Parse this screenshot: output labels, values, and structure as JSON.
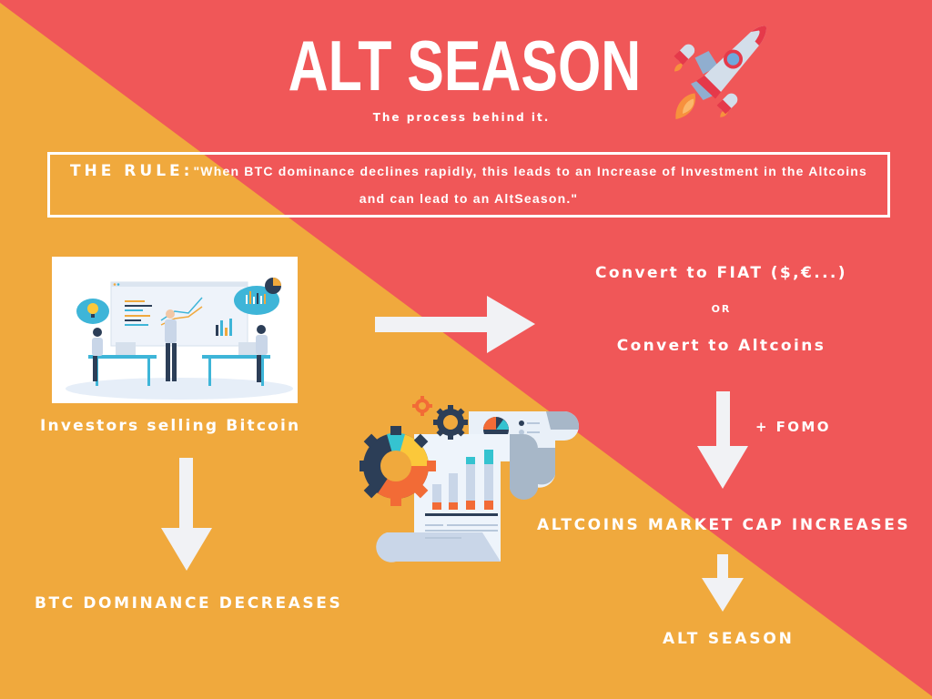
{
  "colors": {
    "red": "#F05758",
    "orange": "#F0A93D",
    "white": "#FFFFFF",
    "arrow": "#F1F2F5"
  },
  "header": {
    "title": "ALT SEASON",
    "subtitle": "The process behind it.",
    "icon": "rocket-icon"
  },
  "rule": {
    "label": "THE RULE:",
    "quote": "\"When BTC dominance declines rapidly, this leads to an Increase of Investment in the Altcoins and can lead to an AltSeason.\""
  },
  "flow": {
    "investors_selling": "Investors selling Bitcoin",
    "btc_dominance": "BTC DOMINANCE DECREASES",
    "convert_fiat": "Convert to FIAT ($,€...)",
    "or": "OR",
    "convert_altcoins": "Convert to Altcoins",
    "fomo": "+ FOMO",
    "market_cap": "ALTCOINS MARKET CAP INCREASES",
    "alt_season": "ALT SEASON"
  },
  "illustrations": {
    "investors": "business-meeting-illustration",
    "analytics": "gears-and-report-illustration"
  }
}
